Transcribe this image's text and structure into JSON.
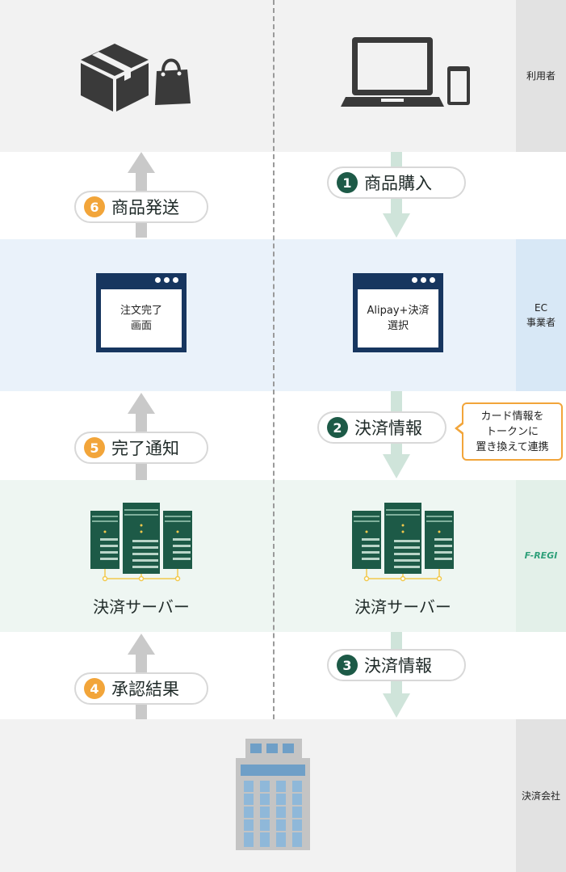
{
  "rows": {
    "user": {
      "label": "利用者"
    },
    "ec": {
      "label_line1": "EC",
      "label_line2": "事業者"
    },
    "fregi": {
      "logo": "F-REGI"
    },
    "payment": {
      "label": "決済会社"
    }
  },
  "steps": [
    {
      "num": "1",
      "label": "商品購入"
    },
    {
      "num": "2",
      "label": "決済情報"
    },
    {
      "num": "3",
      "label": "決済情報"
    },
    {
      "num": "4",
      "label": "承認結果"
    },
    {
      "num": "5",
      "label": "完了通知"
    },
    {
      "num": "6",
      "label": "商品発送"
    }
  ],
  "screens": {
    "left": {
      "line1": "注文完了",
      "line2": "画面"
    },
    "right": {
      "line1": "Alipay+決済",
      "line2": "選択"
    }
  },
  "servers": {
    "left_label": "決済サーバー",
    "right_label": "決済サーバー"
  },
  "callout": {
    "line1": "カード情報を",
    "line2": "トークンに",
    "line3": "置き換えて連携"
  },
  "colors": {
    "green": "#1d5a47",
    "orange": "#f2a53a",
    "arrow_gray": "#c9c9c9",
    "arrow_green": "#cfe4da",
    "navy": "#17365f"
  }
}
